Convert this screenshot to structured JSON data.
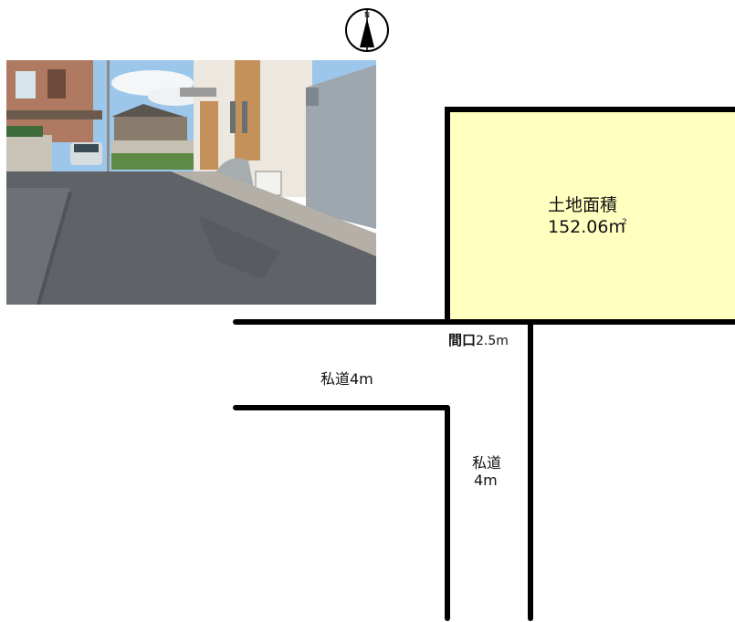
{
  "compass": {
    "icon": "north-arrow-icon",
    "letter": "N"
  },
  "photo": {
    "icon": "street-photo"
  },
  "lot": {
    "area_title": "土地面積",
    "area_value": "152.06m",
    "area_superscript": "2",
    "fill_color": "#ffffc0",
    "border_color": "#000000"
  },
  "frontage": {
    "label": "間口",
    "value": "2.5m"
  },
  "road_horizontal": {
    "label": "私道4m"
  },
  "road_vertical": {
    "label_line1": "私道",
    "label_line2": "4m"
  }
}
